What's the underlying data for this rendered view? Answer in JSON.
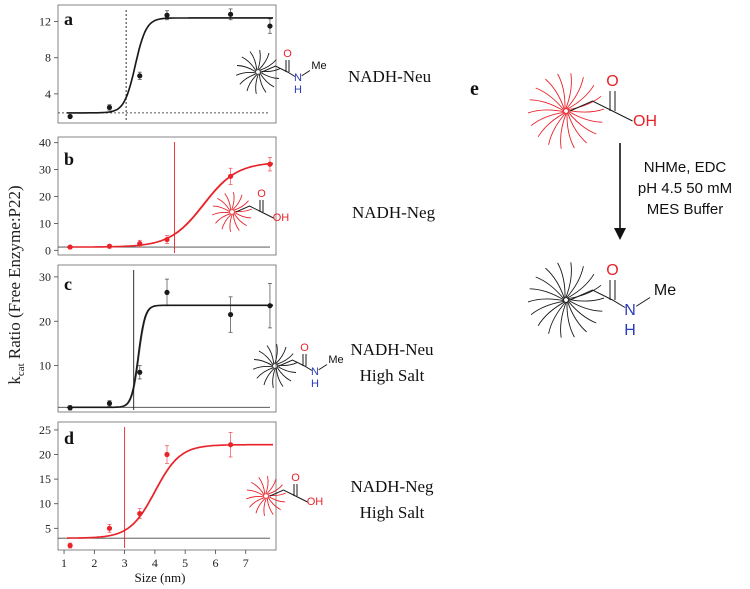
{
  "y_axis_label_k": "k",
  "y_axis_label_sub": "cat",
  "y_axis_label_rest": " Ratio (Free Enzyme:P22)",
  "panel_e_letter": "e",
  "panel_e_reagent_line1": "NHMe, EDC",
  "panel_e_reagent_line2": "pH 4.5 50 mM",
  "panel_e_reagent_line3": "MES Buffer",
  "chem_labels": {
    "oh": "OH",
    "o": "O",
    "n": "N",
    "h": "H",
    "me": "Me"
  },
  "colors": {
    "neutral": "#1a1a1a",
    "negative": "#e8232a",
    "oxygen": "#e8232a",
    "nitrogen": "#2a3bb8"
  },
  "chart_data": [
    {
      "type": "line",
      "panel": "a",
      "label": "NADH-Neu",
      "color": "#1a1a1a",
      "x": [
        1.2,
        2.5,
        3.5,
        4.4,
        6.5,
        7.8
      ],
      "y": [
        1.5,
        2.5,
        6.0,
        12.7,
        12.8,
        11.5
      ],
      "ylim": [
        1,
        13.5
      ],
      "yticks": [
        "4",
        "8",
        "12"
      ],
      "ytick_values": [
        4,
        8,
        12
      ]
    },
    {
      "type": "line",
      "panel": "b",
      "label": "NADH-Neg",
      "color": "#e8232a",
      "x": [
        1.2,
        2.5,
        3.5,
        4.4,
        6.5,
        7.8
      ],
      "y": [
        1.2,
        1.5,
        2.5,
        4.0,
        27.5,
        32.0
      ],
      "ylim": [
        -1,
        41
      ],
      "yticks": [
        "0",
        "10",
        "20",
        "30",
        "40"
      ],
      "ytick_values": [
        0,
        10,
        20,
        30,
        40
      ]
    },
    {
      "type": "line",
      "panel": "c",
      "label_line1": "NADH-Neu",
      "label_line2": "High Salt",
      "color": "#1a1a1a",
      "x": [
        1.2,
        2.5,
        3.5,
        4.4,
        6.5,
        7.8
      ],
      "y": [
        0.5,
        1.5,
        8.5,
        26.5,
        21.5,
        23.5
      ],
      "ylim": [
        0,
        32
      ],
      "yticks": [
        "10",
        "20",
        "30"
      ],
      "ytick_values": [
        10,
        20,
        30
      ]
    },
    {
      "type": "line",
      "panel": "d",
      "label_line1": "NADH-Neg",
      "label_line2": "High Salt",
      "color": "#e8232a",
      "x": [
        1.2,
        2.5,
        3.5,
        4.4,
        6.5
      ],
      "y": [
        1.5,
        5.0,
        8.0,
        20.0,
        22.0
      ],
      "ylim": [
        1,
        26
      ],
      "yticks": [
        "5",
        "10",
        "15",
        "20",
        "25"
      ],
      "ytick_values": [
        5,
        10,
        15,
        20,
        25
      ],
      "xticks": [
        "1",
        "2",
        "3",
        "4",
        "5",
        "6",
        "7"
      ],
      "xtick_values": [
        1,
        2,
        3,
        4,
        5,
        6,
        7
      ],
      "xlabel": "Size (nm)"
    }
  ]
}
